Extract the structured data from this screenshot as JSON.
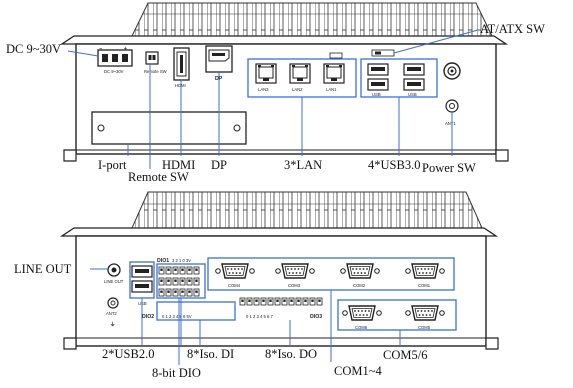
{
  "top_view": {
    "callouts": {
      "dc": "DC 9~30V",
      "iport": "I-port",
      "remote": "Remote SW",
      "hdmi": "HDMI",
      "dp": "DP",
      "lan": "3*LAN",
      "usb3": "4*USB3.0",
      "power": "Power SW",
      "atatx": "AT/ATX SW"
    },
    "panel_labels": {
      "dc": "DC 9~30V",
      "remote": "Remote SW",
      "hdmi": "HDMI",
      "dp": "DP",
      "lan3": "LAN3",
      "lan2": "LAN2",
      "lan1": "LAN1",
      "usb_a": "USB",
      "usb_b": "USB",
      "ant": "ANT1",
      "plus": "+",
      "minus": "−"
    }
  },
  "bottom_view": {
    "callouts": {
      "lineout": "LINE OUT",
      "usb2": "2*USB2.0",
      "dio": "8-bit DIO",
      "di": "8*Iso. DI",
      "do": "8*Iso. DO",
      "com14": "COM1~4",
      "com56": "COM5/6"
    },
    "panel_labels": {
      "lineout": "LINE OUT",
      "usb": "USB",
      "ant2": "ANT2",
      "dio1": "DIO1",
      "dio2": "DIO2",
      "dio3": "DIO3",
      "dio1_pins": "3 2 1 0 3V",
      "dio2_pins": "0 1 2 3 4 5 6 5V",
      "dio3_pins": "0 1 2 3 4 5 6 7",
      "com4": "COM4",
      "com3": "COM3",
      "com2": "COM2",
      "com1": "COM1",
      "com6": "COM6",
      "com5": "COM5"
    }
  }
}
